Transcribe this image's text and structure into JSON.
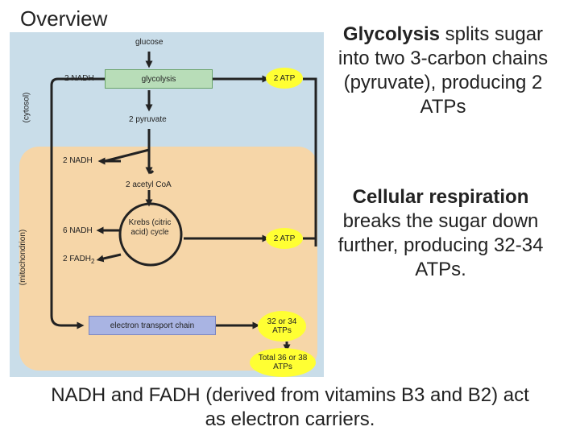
{
  "title": "Overview",
  "diagram": {
    "cytosol_label": "(cytosol)",
    "mito_label": "(mitochondrion)",
    "glucose": "glucose",
    "glycolysis": "glycolysis",
    "nadh_glyc": "2 NADH",
    "atp_glyc": "2 ATP",
    "pyruvate": "2 pyruvate",
    "nadh_transition": "2 NADH",
    "acetyl_coa": "2 acetyl CoA",
    "krebs": "Krebs (citric acid) cycle",
    "nadh_krebs": "6 NADH",
    "fadh_krebs": "2 FADH",
    "fadh_sub": "2",
    "atp_krebs": "2 ATP",
    "etc": "electron transport chain",
    "atp_etc": "32 or 34 ATPs",
    "total": "Total 36 or 38 ATPs",
    "colors": {
      "cytosol": "#c9dde9",
      "mitochondrion": "#f6d6a8",
      "glycolysis_box": "#b8ddb8",
      "etc_box": "#a9b4e3",
      "atp_oval": "#ffff33"
    }
  },
  "glycolysis_text": {
    "bold": "Glycolysis",
    "rest": " splits sugar into two 3-carbon chains (pyruvate), producing 2 ATPs"
  },
  "respiration_text": {
    "bold": "Cellular respiration",
    "rest": " breaks the sugar down further, producing 32-34 ATPs."
  },
  "footer": "NADH and FADH (derived from vitamins B3 and B2) act as electron carriers."
}
